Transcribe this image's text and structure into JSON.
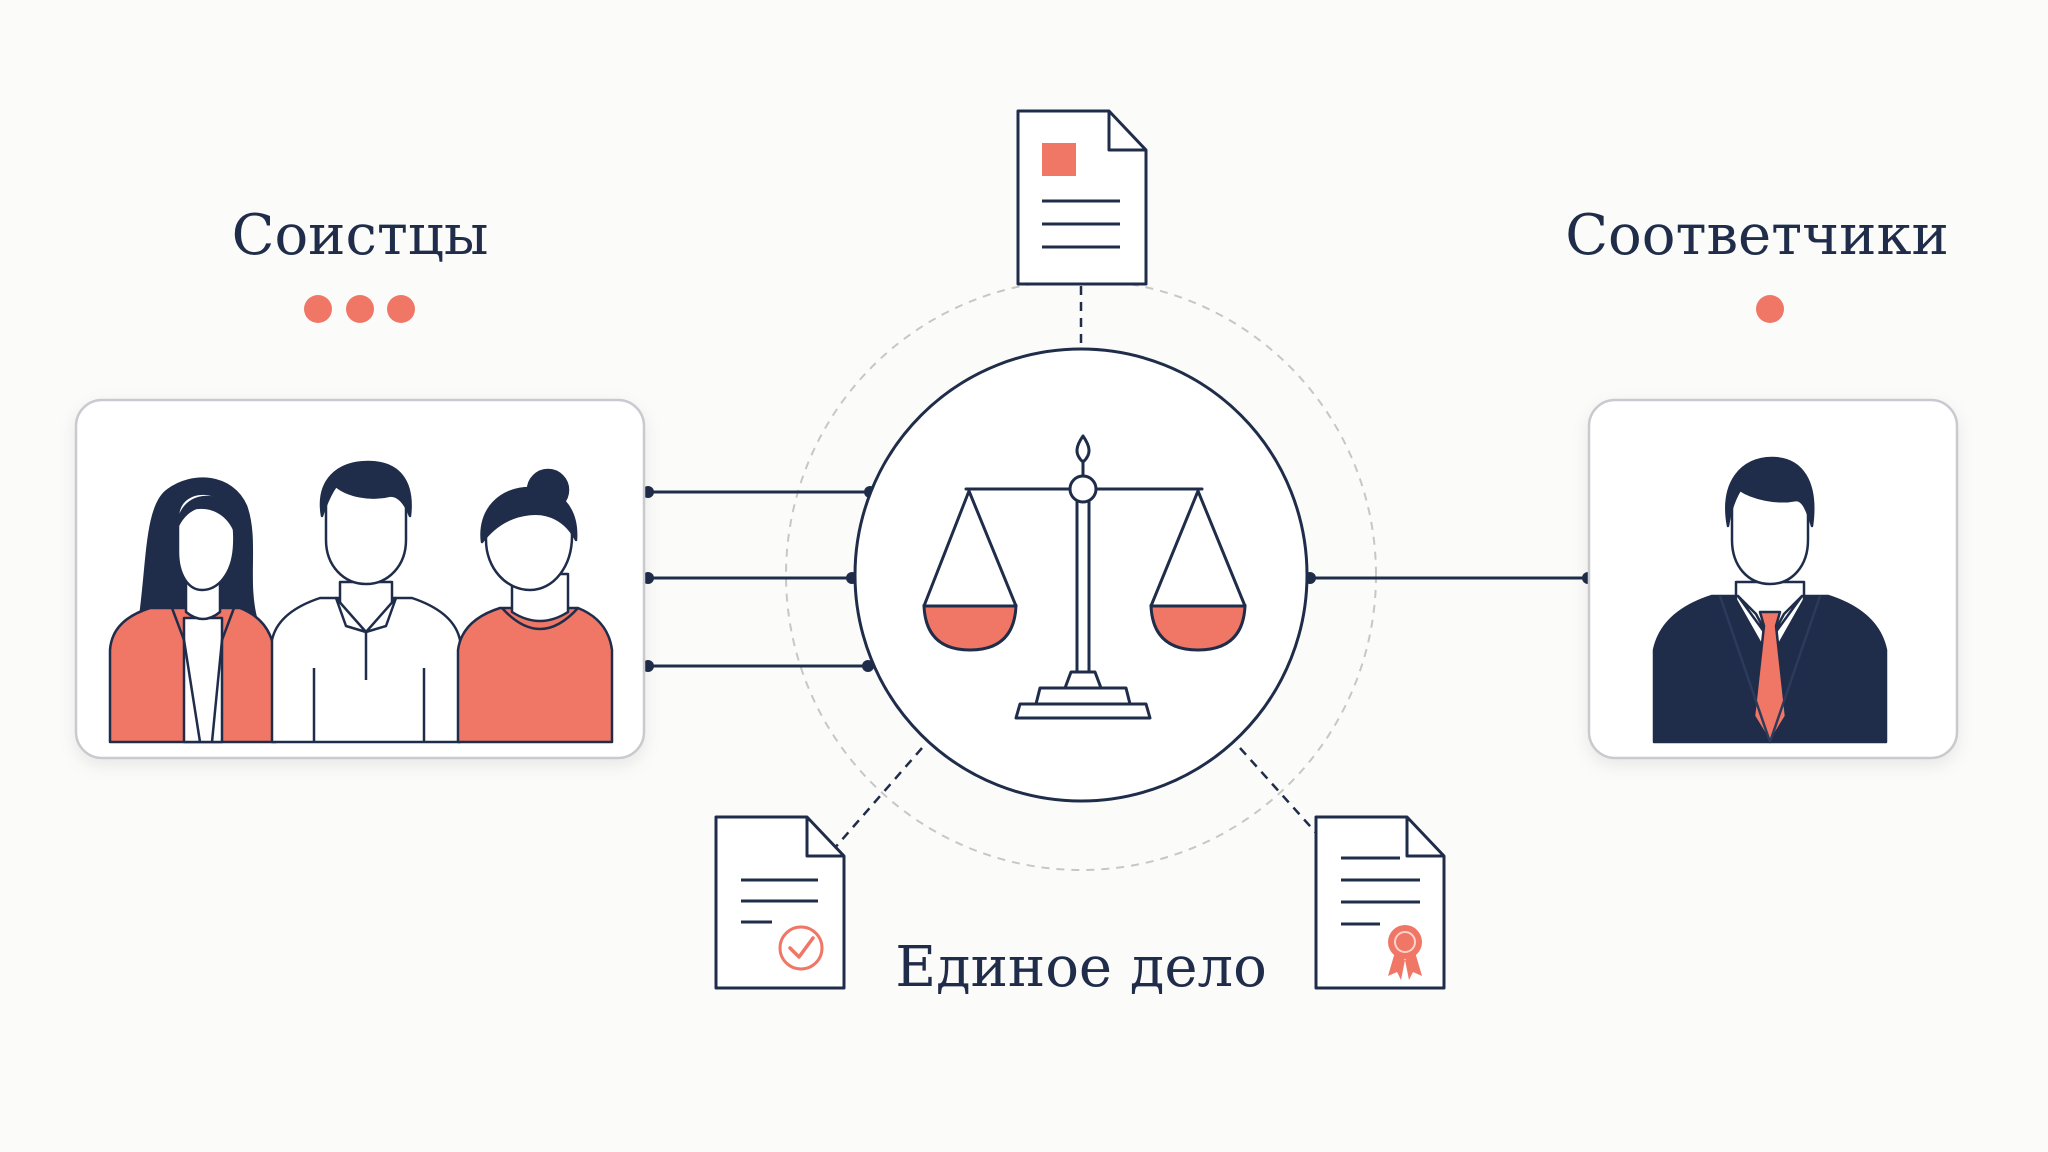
{
  "diagram": {
    "left_group": {
      "title": "Соистцы",
      "count": 3
    },
    "right_group": {
      "title": "Соответчики",
      "count": 1
    },
    "center_caption": "Единое дело",
    "icons": {
      "center": "scales-of-justice-icon",
      "top_document": "document-icon",
      "bottom_left_document": "document-check-icon",
      "bottom_right_document": "document-seal-icon"
    },
    "colors": {
      "navy": "#1f2d4a",
      "coral": "#f07766",
      "card_border": "#c9c9cf",
      "dashed": "#c7c7c7",
      "background": "#fbfbf9"
    }
  }
}
